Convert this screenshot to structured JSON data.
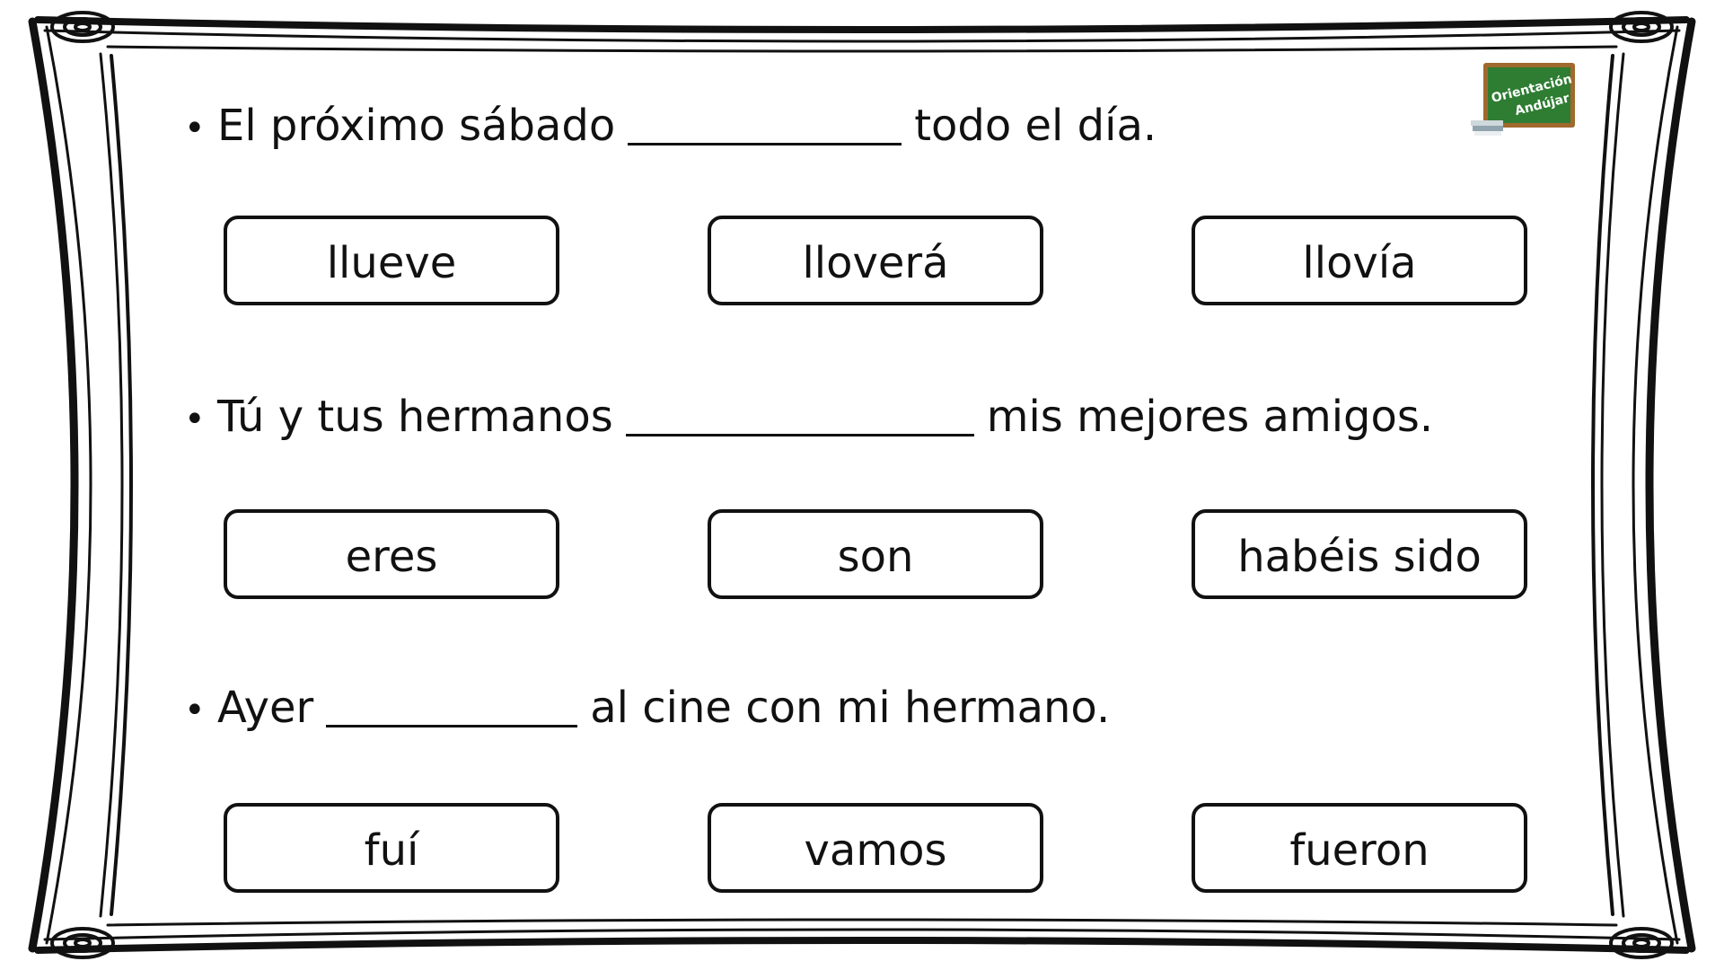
{
  "logo": {
    "line1": "Orientación",
    "line2": "Andújar",
    "board_color": "#2e7d32",
    "frame_color": "#a0692e"
  },
  "questions": [
    {
      "before": "El próximo sábado",
      "blank": "___________",
      "after": "todo el día.",
      "options": [
        "llueve",
        "lloverá",
        "llovía"
      ]
    },
    {
      "before": "Tú y tus hermanos",
      "blank": "______________",
      "after": "mis mejores amigos.",
      "options": [
        "eres",
        "son",
        "habéis sido"
      ]
    },
    {
      "before": "Ayer",
      "blank": "__________",
      "after": "al cine con mi hermano.",
      "options": [
        "fuí",
        "vamos",
        "fueron"
      ]
    }
  ]
}
